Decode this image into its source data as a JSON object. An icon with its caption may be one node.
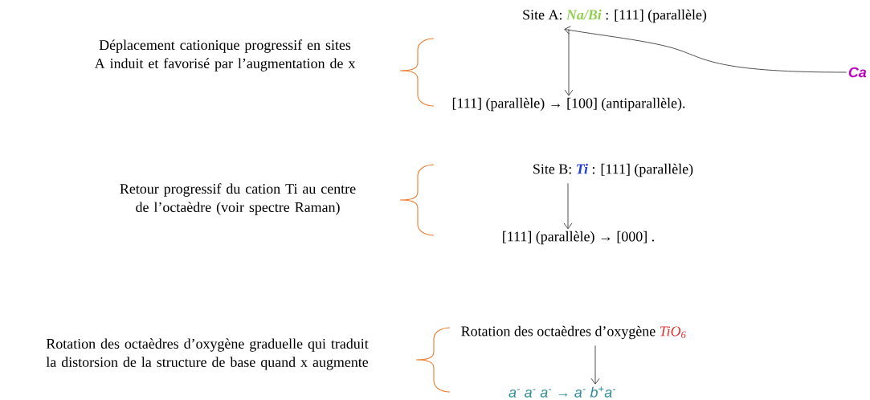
{
  "diagram": {
    "nodes": [
      {
        "text": [
          "Site A:",
          "Na/Bi",
          ": [111] (parallèle)"
        ]
      },
      {
        "text": [
          "[111] (parallèle) → [100] (antiparallèle)."
        ]
      },
      {
        "text": [
          "Ca"
        ]
      },
      {
        "text": [
          "Site B:",
          "Ti",
          ": [111] (parallèle)"
        ]
      },
      {
        "text": [
          "[111] (parallèle) → [000] ."
        ]
      },
      {
        "text": [
          "Rotation des octaèdres d’oxygène",
          "TiO$_{6}$"
        ]
      },
      {
        "text": [
          "a$^{-}$ a$^{-}$ a$^{-}$ → a$^{-}$ b$^{+}$a$^{-}$"
        ]
      }
    ],
    "edges": [
      {
        "from": 0,
        "to": 1,
        "arrow": "to"
      },
      {
        "from": 2,
        "to": 0,
        "arrow": "to"
      },
      {
        "from": 3,
        "to": 4,
        "arrow": "to"
      },
      {
        "from": 5,
        "to": 6,
        "arrow": "to"
      }
    ],
    "labels": [
      "Déplacement cationique progressif en sites A induit et favorisé par l’augmentation de x",
      "Retour progressif du cation Ti au centre de l’octaèdre (voir spectre Raman)",
      "Rotation des octaèdres d’oxygène graduelle qui traduit la distorsion de la structure de base quand x augmente"
    ]
  }
}
